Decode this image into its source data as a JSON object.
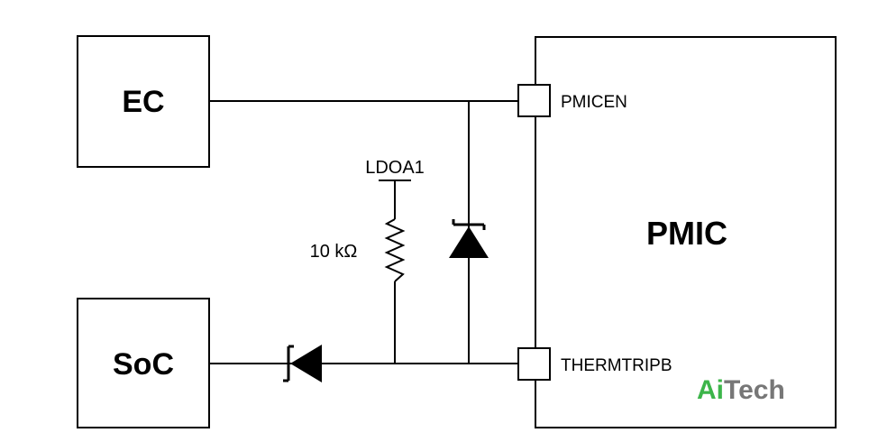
{
  "blocks": {
    "ec": "EC",
    "soc": "SoC",
    "pmic": "PMIC"
  },
  "pins": {
    "pmicen": "PMICEN",
    "thermtripb": "THERMTRIPB"
  },
  "pullup": {
    "rail": "LDOA1",
    "value": "10 kΩ"
  },
  "watermark": {
    "part1": "Ai",
    "part2": "Tech",
    "color1": "#3cb54a",
    "color2": "#777777"
  }
}
